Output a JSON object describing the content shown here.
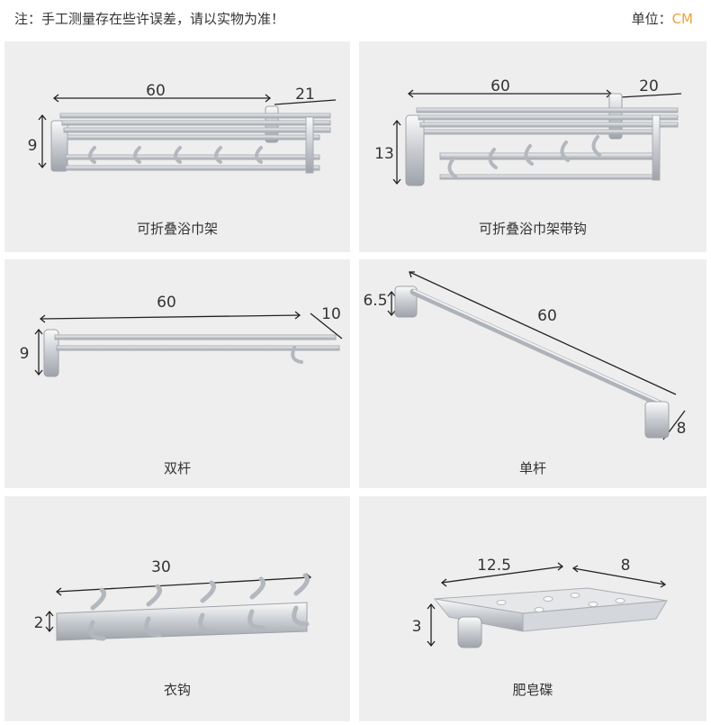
{
  "header": {
    "note": "注：手工测量存在些许误差，请以实物为准！",
    "unit_label": "单位：",
    "unit_value": "CM"
  },
  "colors": {
    "accent": "#e8a33a",
    "card_bg": "#eeeeee",
    "metal": "#c9cdd2"
  },
  "products": [
    {
      "caption": "可折叠浴巾架",
      "dims": {
        "length": "60",
        "depth": "21",
        "height": "9"
      }
    },
    {
      "caption": "可折叠浴巾架带钩",
      "dims": {
        "length": "60",
        "depth": "20",
        "height": "13"
      }
    },
    {
      "caption": "双杆",
      "dims": {
        "length": "60",
        "depth": "10",
        "height": "9"
      }
    },
    {
      "caption": "单杆",
      "dims": {
        "length": "60",
        "depth": "8",
        "height": "6.5"
      }
    },
    {
      "caption": "衣钩",
      "dims": {
        "length": "30",
        "height": "2"
      }
    },
    {
      "caption": "肥皂碟",
      "dims": {
        "length": "12.5",
        "depth": "8",
        "height": "3"
      }
    }
  ]
}
